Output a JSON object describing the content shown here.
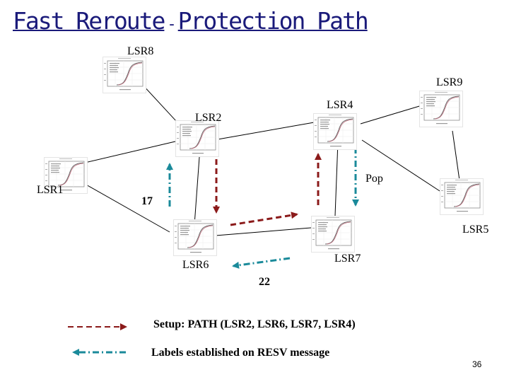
{
  "title": {
    "main": "Fast Reroute",
    "separator": "-",
    "sub": "Protection Path"
  },
  "nodes": {
    "lsr1": "LSR1",
    "lsr2": "LSR2",
    "lsr4": "LSR4",
    "lsr5": "LSR5",
    "lsr6": "LSR6",
    "lsr7": "LSR7",
    "lsr8": "LSR8",
    "lsr9": "LSR9"
  },
  "labels": {
    "l17": "17",
    "l22": "22",
    "pop": "Pop"
  },
  "legend": {
    "path_text": "Setup: PATH (LSR2, LSR6, LSR7, LSR4)",
    "resv_text": "Labels established on RESV message"
  },
  "colors": {
    "path_arrow": "#8b1a1a",
    "resv_arrow": "#1a8a9a",
    "title": "#1a1a7a"
  },
  "icons": {
    "router": "router-screen-icon"
  },
  "slide_number": "36"
}
